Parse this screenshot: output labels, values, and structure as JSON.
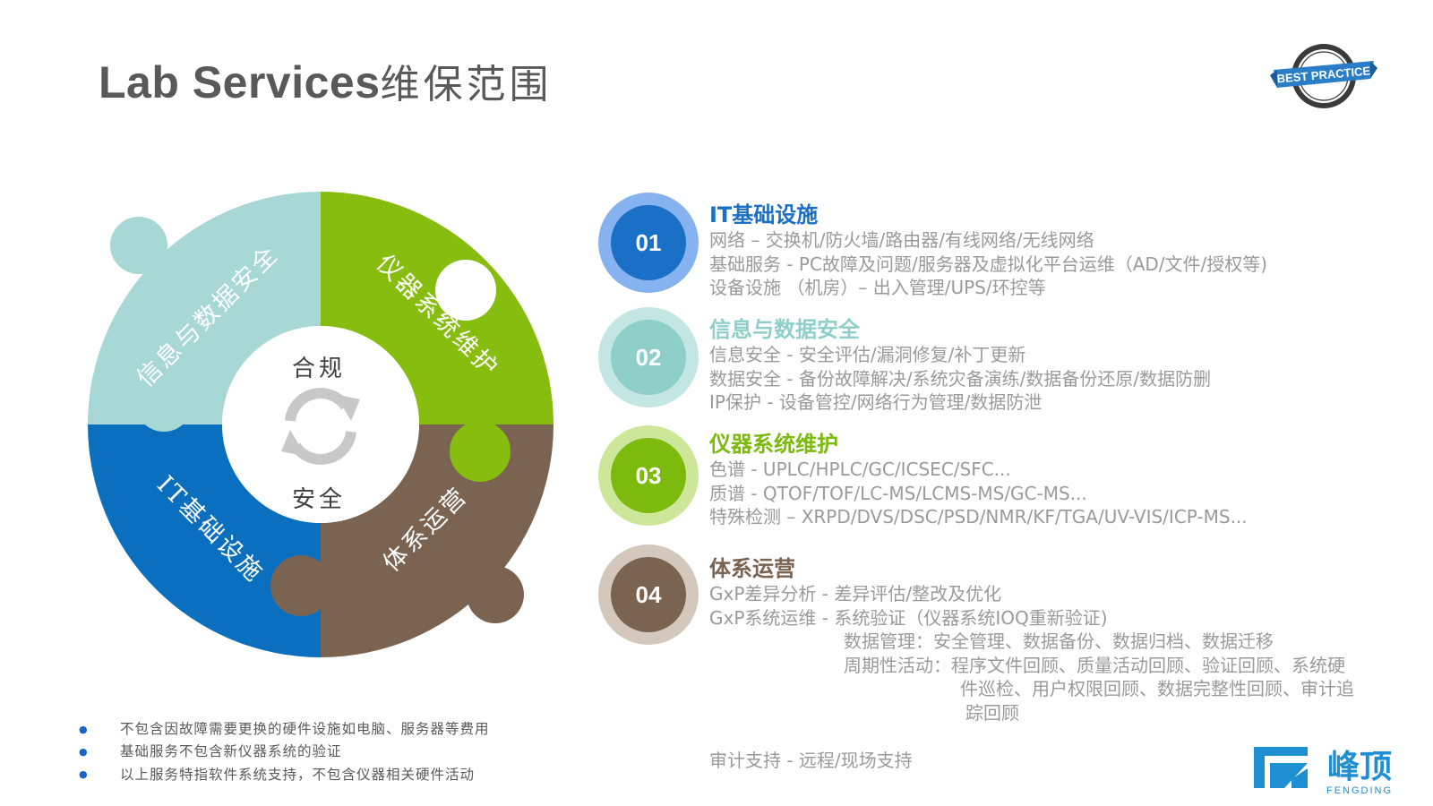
{
  "title": {
    "en": "Lab Services",
    "cn": "维保范围"
  },
  "badge": {
    "text": "BEST PRACTICE"
  },
  "puzzle": {
    "center_top": "合规",
    "center_bottom": "安全",
    "center_icon": "refresh-cycle-icon",
    "pieces": [
      {
        "label": "信息与数据安全",
        "color": "#a7d8d6"
      },
      {
        "label": "仪器系统维护",
        "color": "#86bd0f"
      },
      {
        "label": "IT基础设施",
        "color": "#0a6fbf"
      },
      {
        "label": "体系运营",
        "color": "#7a6351"
      }
    ]
  },
  "sections": [
    {
      "num": "01",
      "title": "IT基础设施",
      "color": "#1a6fc6",
      "ring": "#86b3f0",
      "lines": [
        "网络 – 交换机/防火墙/路由器/有线网络/无线网络",
        "基础服务 -  PC故障及问题/服务器及虚拟化平台运维（AD/文件/授权等)",
        "设备设施 （机房）– 出入管理/UPS/环控等"
      ]
    },
    {
      "num": "02",
      "title": "信息与数据安全",
      "color": "#8ecfca",
      "ring": "#c4e6e3",
      "lines": [
        "信息安全 - 安全评估/漏洞修复/补丁更新",
        "数据安全 - 备份故障解决/系统灾备演练/数据备份还原/数据防删",
        "IP保护 - 设备管控/网络行为管理/数据防泄"
      ]
    },
    {
      "num": "03",
      "title": "仪器系统维护",
      "color": "#7cba0e",
      "ring": "#cde79a",
      "lines": [
        "色谱 - UPLC/HPLC/GC/ICSEC/SFC...",
        "质谱 - QTOF/TOF/LC-MS/LCMS-MS/GC-MS...",
        "特殊检测 – XRPD/DVS/DSC/PSD/NMR/KF/TGA/UV-VIS/ICP-MS..."
      ]
    },
    {
      "num": "04",
      "title": "体系运营",
      "color": "#7a6351",
      "ring": "#d4c8bd",
      "lines": [
        "GxP差异分析 - 差异评估/整改及优化",
        "GxP系统运维 - 系统验证（仪器系统IOQ重新验证)",
        "数据管理：安全管理、数据备份、数据归档、数据迁移",
        "周期性活动：程序文件回顾、质量活动回顾、验证回顾、系统硬",
        "件巡检、用户权限回顾、数据完整性回顾、审计追",
        "踪回顾",
        "",
        "审计支持 - 远程/现场支持"
      ]
    }
  ],
  "notes": [
    "不包含因故障需要更换的硬件设施如电脑、服务器等费用",
    "基础服务不包含新仪器系统的验证",
    "以上服务特指软件系统支持，不包含仪器相关硬件活动"
  ],
  "logo": {
    "cn": "峰顶",
    "en": "FENGDING",
    "color": "#1e8fd2"
  }
}
